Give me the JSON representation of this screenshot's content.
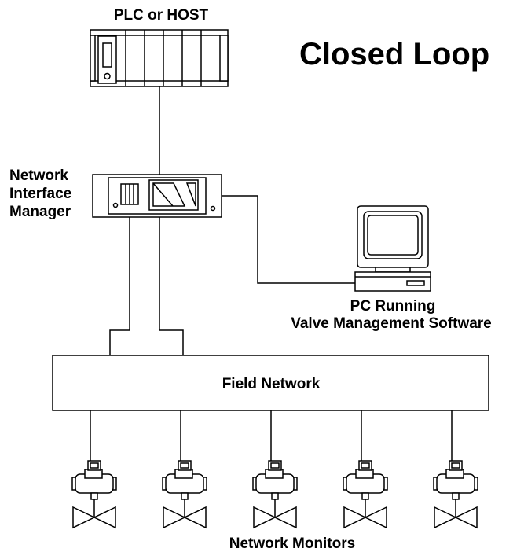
{
  "diagram": {
    "title": "Closed Loop",
    "host": {
      "label": "PLC or HOST",
      "icon": "plc-rack-icon"
    },
    "interface_manager": {
      "label_lines": [
        "Network",
        "Interface",
        "Manager"
      ],
      "icon": "network-interface-manager-icon"
    },
    "pc": {
      "label_lines": [
        "PC Running",
        "Valve Management Software"
      ],
      "icon": "pc-workstation-icon"
    },
    "field_network": {
      "label": "Field Network"
    },
    "monitors": {
      "label": "Network Monitors",
      "icon": "valve-with-monitor-icon"
    }
  }
}
